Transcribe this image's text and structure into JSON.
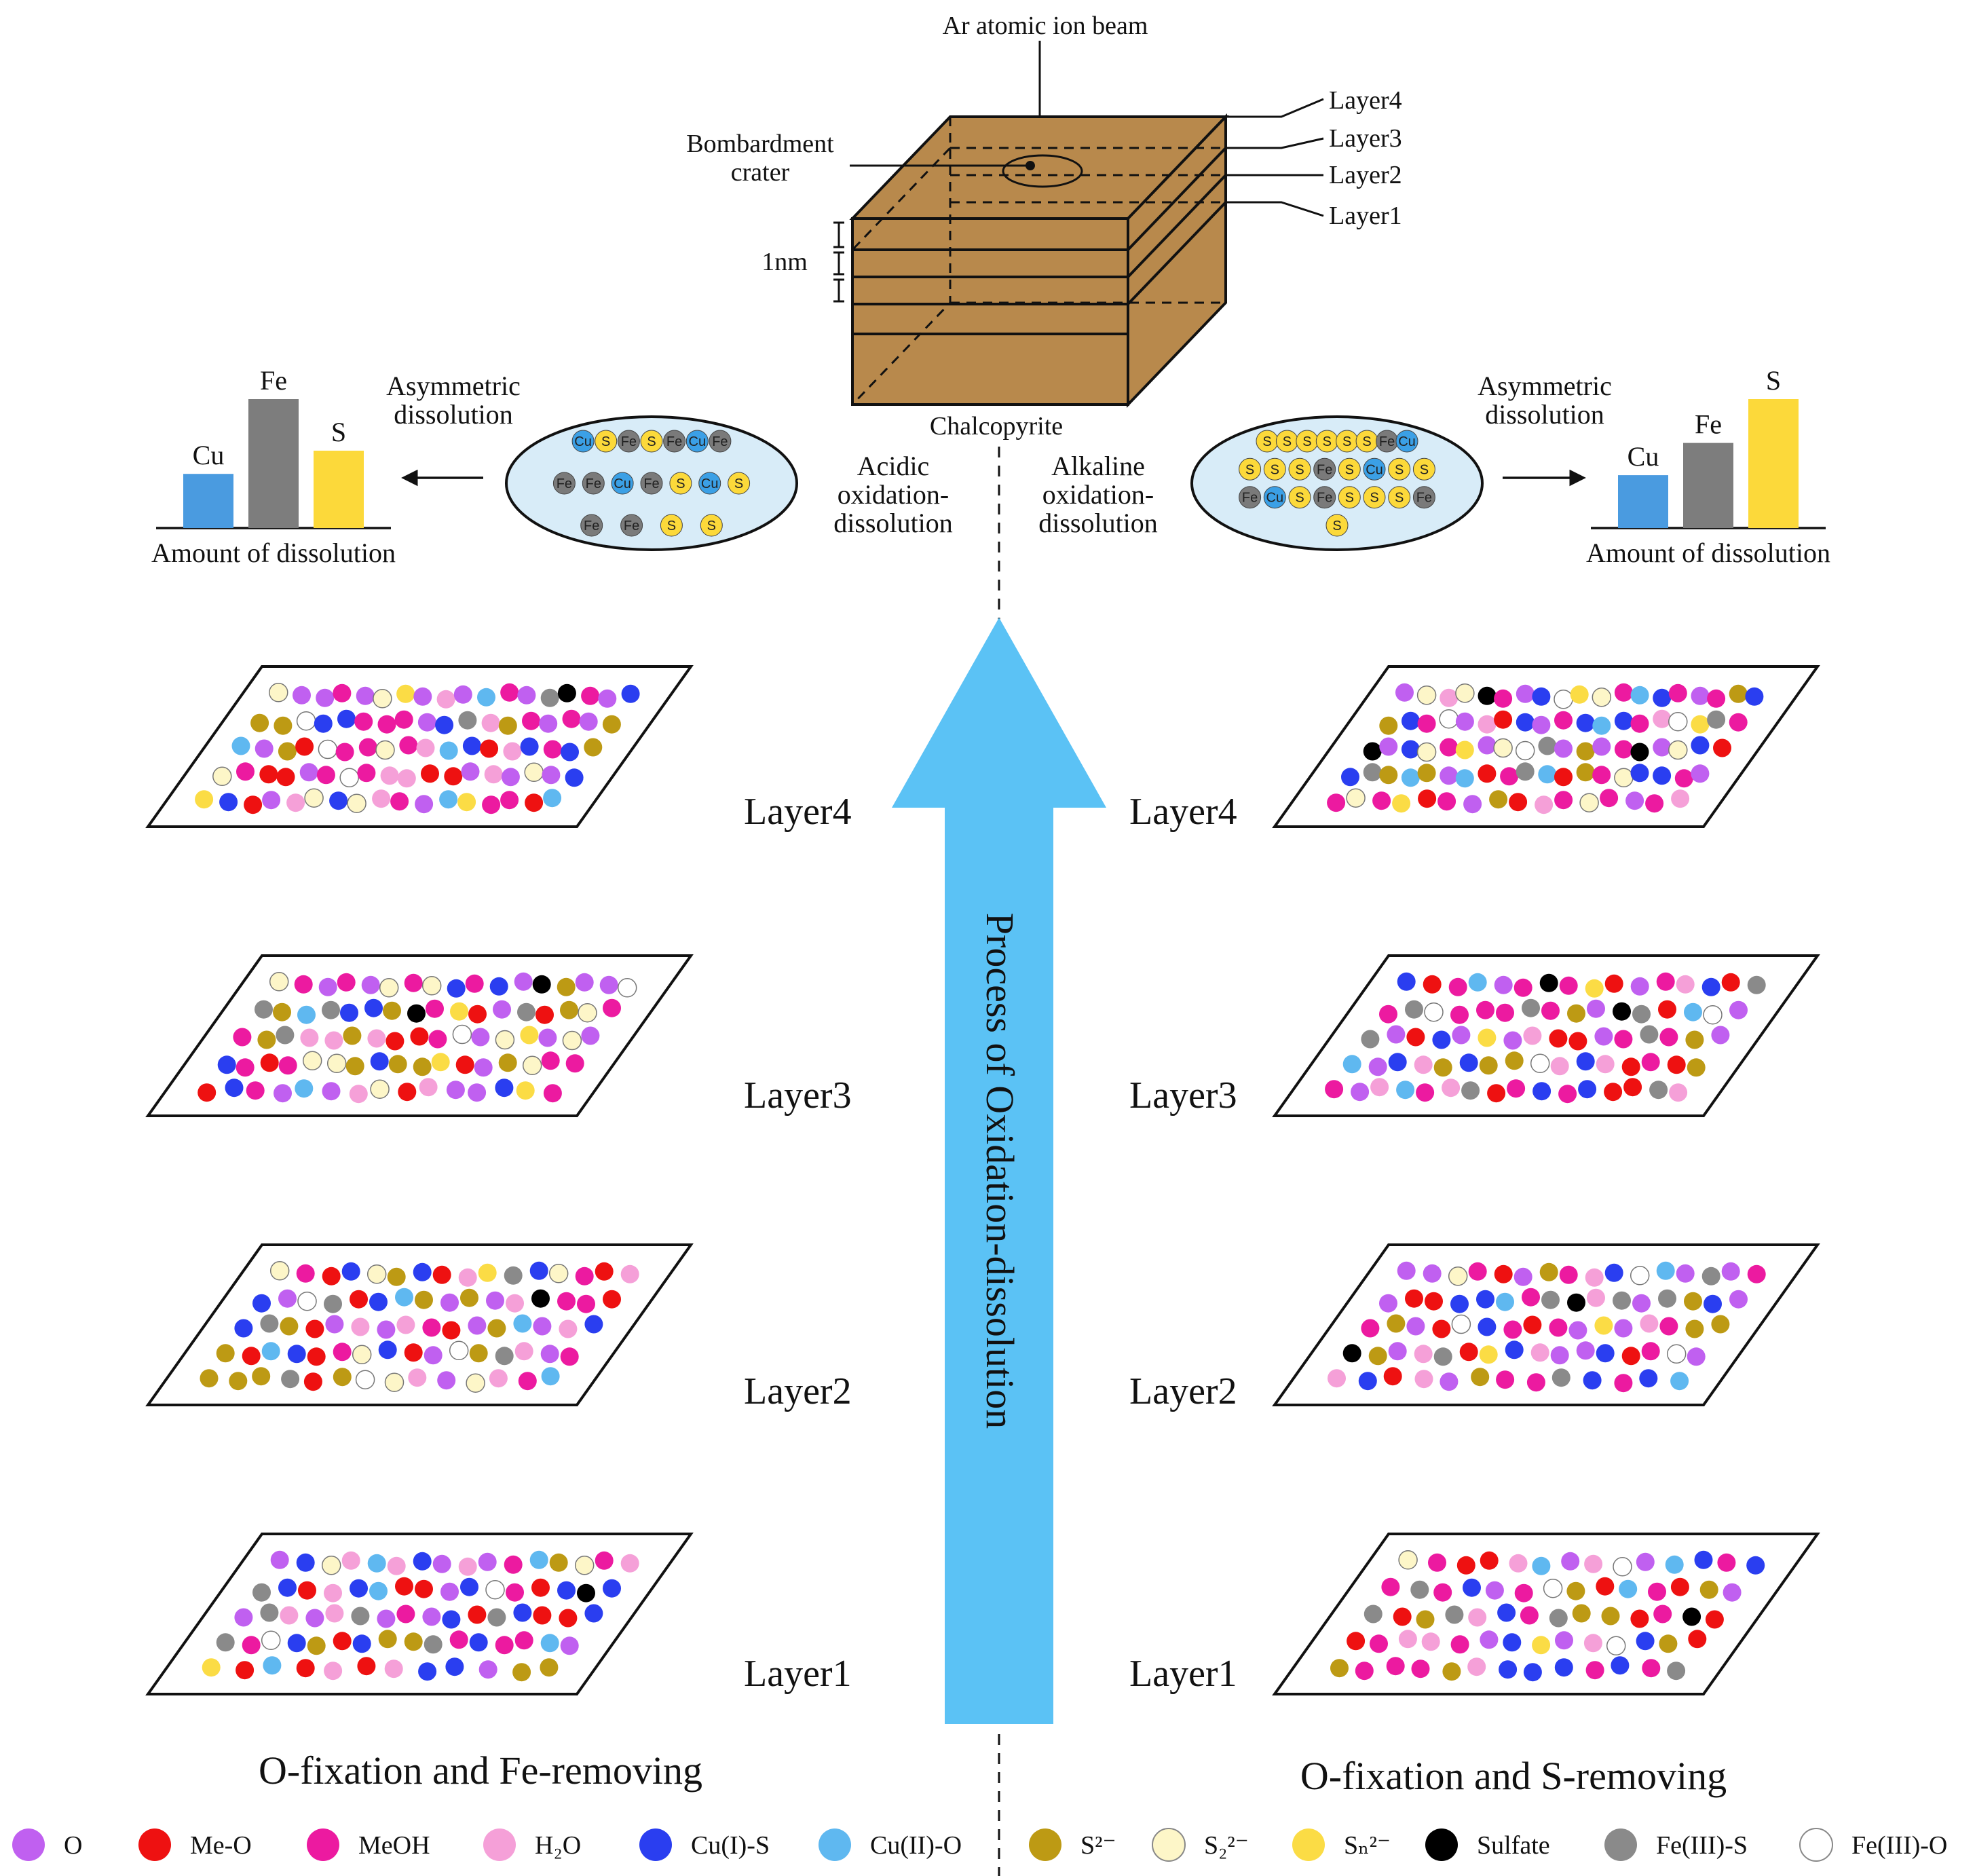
{
  "top": {
    "beam_label": "Ar atomic ion beam",
    "crater_label_1": "Bombardment",
    "crater_label_2": "crater",
    "thickness_label": "1nm",
    "mineral_label": "Chalcopyrite",
    "cube_layers": [
      "Layer4",
      "Layer3",
      "Layer2",
      "Layer1"
    ]
  },
  "left_panel": {
    "asym_label_1": "Asymmetric",
    "asym_label_2": "dissolution",
    "route_label": [
      "Acidic",
      "oxidation-",
      "dissolution"
    ],
    "chart_caption": "Amount of dissolution",
    "section_title": "O-fixation and Fe-removing"
  },
  "right_panel": {
    "asym_label_1": "Asymmetric",
    "asym_label_2": "dissolution",
    "route_label": [
      "Alkaline",
      "oxidation-",
      "dissolution"
    ],
    "chart_caption": "Amount of dissolution",
    "section_title": "O-fixation and S-removing"
  },
  "chart_data": [
    {
      "type": "bar",
      "categories": [
        "Cu",
        "Fe",
        "S"
      ],
      "values": [
        42,
        100,
        60
      ],
      "xlabel": "Amount of dissolution",
      "colors": [
        "#4a9be0",
        "#7d7d7d",
        "#fcd93a"
      ]
    },
    {
      "type": "bar",
      "categories": [
        "Cu",
        "Fe",
        "S"
      ],
      "values": [
        41,
        66,
        100
      ],
      "xlabel": "Amount of dissolution",
      "colors": [
        "#4a9be0",
        "#7d7d7d",
        "#fcd93a"
      ]
    }
  ],
  "ellipse_atoms": {
    "left": [
      "Cu",
      "S",
      "Fe",
      "S",
      "Fe",
      "Cu",
      "Fe",
      "Fe",
      "Fe",
      "Cu",
      "Fe",
      "S",
      "Cu",
      "S",
      "Fe",
      "Fe",
      "S",
      "S"
    ],
    "right": [
      "S",
      "S",
      "S",
      "S",
      "S",
      "S",
      "Fe",
      "Cu",
      "S",
      "S",
      "S",
      "Fe",
      "S",
      "Cu",
      "S",
      "S",
      "Fe",
      "Cu",
      "S",
      "Fe",
      "S",
      "S",
      "S",
      "Fe",
      "S"
    ]
  },
  "layer_labels": [
    "Layer4",
    "Layer3",
    "Layer2",
    "Layer1"
  ],
  "arrow_label": "Process of Oxidation-dissolution",
  "legend": [
    {
      "label": "O",
      "color": "#c060f0"
    },
    {
      "label": "Me-O",
      "color": "#ee1111"
    },
    {
      "label": "MeOH",
      "color": "#ec1aa0"
    },
    {
      "label": "H₂O",
      "color": "#f5a0d8"
    },
    {
      "label": "Cu(I)-S",
      "color": "#2a3ef0"
    },
    {
      "label": "Cu(II)-O",
      "color": "#5fb8f0"
    },
    {
      "label": "S²⁻",
      "color": "#bd9a14"
    },
    {
      "label": "S₂²⁻",
      "color": "#fdf6c8"
    },
    {
      "label": "Sₙ²⁻",
      "color": "#fbdc45"
    },
    {
      "label": "Sulfate",
      "color": "#000000"
    },
    {
      "label": "Fe(III)-S",
      "color": "#8a8a8a"
    },
    {
      "label": "Fe(III)-O",
      "color": "#ffffff"
    }
  ],
  "layers": {
    "left": [
      "OPPMPOSPHPCMPGPMQBYYCBBMMMPBGHYMPMPYCPYRRMMOMHCBRHBMBYOMRRPMYMHHRRPHPOPBSBRPHOBOHMPCSMMRC",
      "OMPMPOMOBMBPBYPPBGYCGBBYMMSRPGRYOMMYGHHYHRRMRPOSPOPBMRMOOYBYYSRPYOMMRBMPCPHORHPPBSM",
      "OMRBOYBRHSGBOMRHBPBGRBCYPYPHOMMRBGYRPHPHMRPYCPHBYRCBRMOBRPHYGHPMYYYGRYBOHPOHMC",
      "PBOHCHBPHPMCYOMHGBRHBCRRPBMMRBHBPGHPHGPMPBRGBRRBGMPBYRBYYGMBMMCPSRCRHRHBBPYY"
    ],
    "right": [
      "POHOPMPBCSOMCBMPMYBYBMBPHRBPMBCBMHRSGMOPBOMSPOPGPYPMMPOBRBGYCYPCRMGCRYMOBBMPMOMSRMPYRHMOMPMH",
      "BRMCPMBMSRPMHBRGMGYMMMGMYPMGRCCPGPRBPSPHRRPMGMYPCPBHYBYYRHBHRMRYMPHCMHGRMBMBRRGH",
      "PPOMRPYMHBMCPGPMPRRBBCMGHHGPGYBPMYPRCBMRMPSPHMYYBYPHGRSBHPPBRMRPHBRHPYMMGBMBC",
      "OMRRHCPHMPCBMBMGMBPMGYRCMRYPGRYGHBMGYYRMRRRMHHMPBSPHRBYRYMMMYHBBBMBMG"
    ]
  }
}
